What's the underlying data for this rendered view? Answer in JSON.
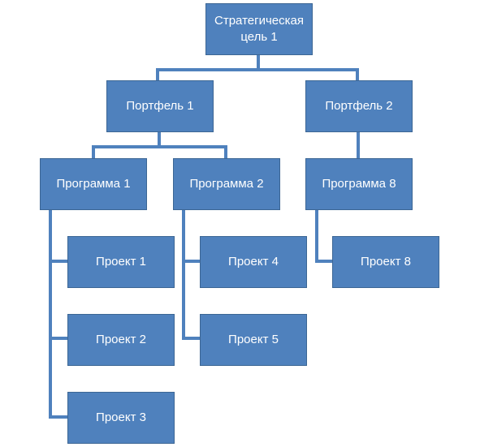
{
  "diagram": {
    "colors": {
      "node_fill": "#4f81bd",
      "node_border": "#3c6694",
      "node_text": "#ffffff",
      "connector": "#4f81bd"
    },
    "nodes": {
      "goal": "Стратегическая\nцель 1",
      "portfolio_1": "Портфель 1",
      "portfolio_2": "Портфель 2",
      "program_1": "Программа 1",
      "program_2": "Программа 2",
      "program_8": "Программа 8",
      "project_1": "Проект 1",
      "project_2": "Проект 2",
      "project_3": "Проект 3",
      "project_4": "Проект 4",
      "project_5": "Проект 5",
      "project_8": "Проект 8"
    }
  }
}
